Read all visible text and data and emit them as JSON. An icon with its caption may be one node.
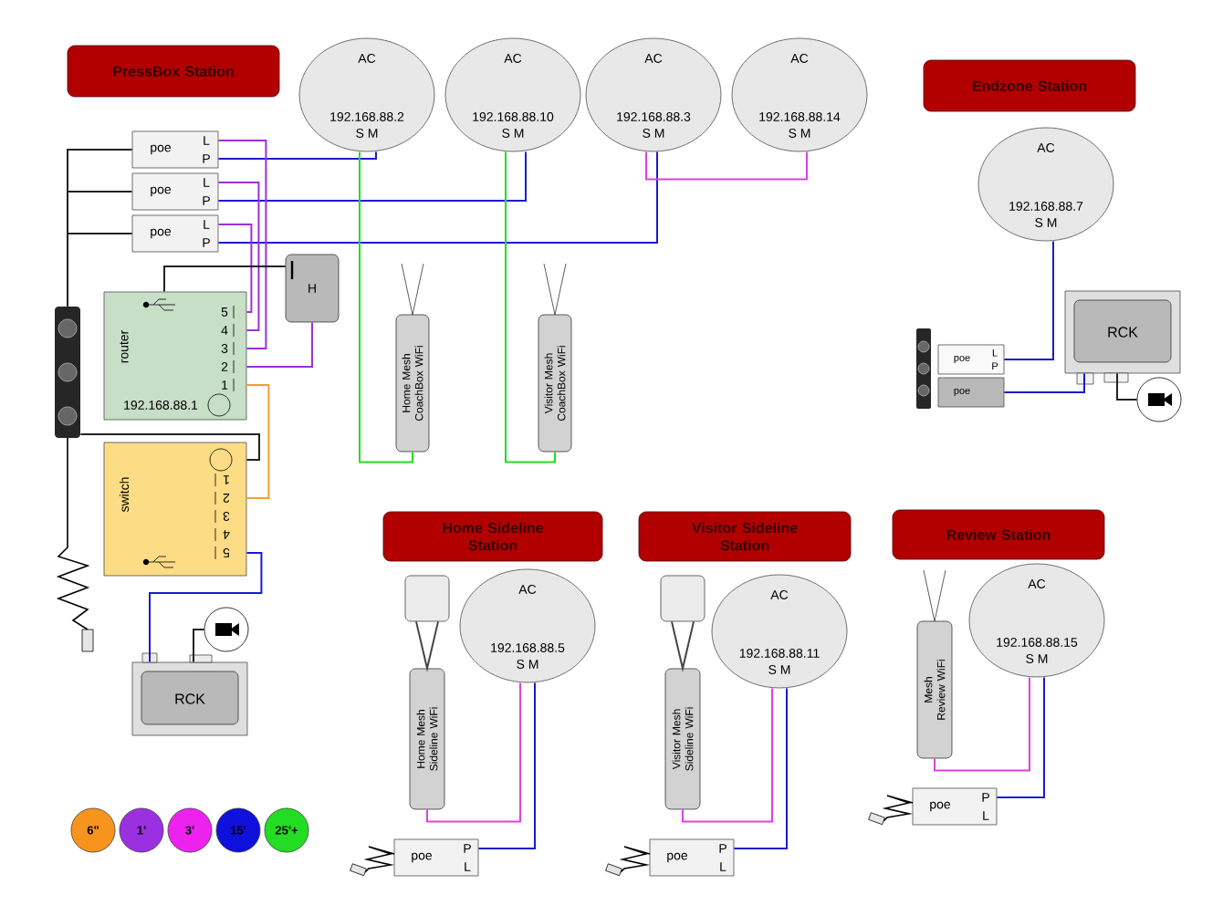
{
  "diagram": {
    "nodes": [
      {
        "text": [
          "PressBox Station"
        ]
      },
      {
        "text": [
          "AC",
          "192.168.88.2",
          "S M"
        ]
      },
      {
        "text": [
          "AC",
          "192.168.88.10",
          "S M"
        ]
      },
      {
        "text": [
          "AC",
          "192.168.88.3",
          "S M"
        ]
      },
      {
        "text": [
          "AC",
          "192.168.88.14",
          "S M"
        ]
      },
      {
        "text": [
          "Endzone Station"
        ]
      },
      {
        "text": [
          "AC",
          "192.168.88.7",
          "S M"
        ]
      },
      {
        "text": [
          "poe",
          "L",
          "P"
        ]
      },
      {
        "text": [
          "poe",
          "L",
          "P"
        ]
      },
      {
        "text": [
          "poe",
          "L",
          "P"
        ]
      },
      {
        "text": [
          "H"
        ]
      },
      {
        "text": [
          "Home Mesh CoachBox WiFi"
        ]
      },
      {
        "text": [
          "Visitor Mesh CoachBox WiFi"
        ]
      },
      {
        "text": [
          "router",
          "5",
          "4",
          "3",
          "2",
          "1",
          "192.168.88.1"
        ]
      },
      {
        "text": [
          "switch",
          "1",
          "2",
          "3",
          "4",
          "5"
        ]
      },
      {
        "text": [],
        "shape": "box"
      },
      {
        "text": [
          "RCK"
        ]
      },
      {
        "text": [
          "poe",
          "L",
          "P"
        ]
      },
      {
        "text": [
          "poe"
        ]
      },
      {
        "text": [],
        "shape": "circle"
      },
      {
        "text": [
          "RCK"
        ]
      },
      {
        "text": [],
        "shape": "circle"
      },
      {
        "text": [
          "Home Sideline Station"
        ]
      },
      {
        "text": [
          "Visitor Sideline Station"
        ]
      },
      {
        "text": [
          "Review Station"
        ]
      },
      {
        "text": [],
        "shape": "box"
      },
      {
        "text": [
          "AC",
          "192.168.88.5",
          "S M"
        ]
      },
      {
        "text": [
          "Home Mesh Sideline WiFi"
        ]
      },
      {
        "text": [],
        "shape": "box"
      },
      {
        "text": [
          "AC",
          "192.168.88.11",
          "S M"
        ]
      },
      {
        "text": [
          "Visitor Mesh Sideline WiFi"
        ]
      },
      {
        "text": [
          "Mesh Review WiFi"
        ]
      },
      {
        "text": [
          "AC",
          "192.168.88.15",
          "S M"
        ]
      },
      {
        "text": [
          "poe",
          "P",
          "L"
        ]
      },
      {
        "text": [
          "poe",
          "P",
          "L"
        ]
      },
      {
        "text": [
          "poe",
          "P",
          "L"
        ]
      }
    ],
    "edges": [
      {
        "from": 7,
        "to": 1,
        "arrow": "none",
        "color": "#1a1ad0"
      },
      {
        "from": 8,
        "to": 2,
        "arrow": "none",
        "color": "#1a1ad0"
      },
      {
        "from": 9,
        "to": 3,
        "arrow": "none",
        "color": "#1a1ad0"
      },
      {
        "from": 7,
        "to": 13,
        "arrow": "none",
        "color": "#9b30d9"
      },
      {
        "from": 8,
        "to": 13,
        "arrow": "none",
        "color": "#9b30d9"
      },
      {
        "from": 9,
        "to": 13,
        "arrow": "none",
        "color": "#9b30d9"
      },
      {
        "from": 10,
        "to": 13,
        "arrow": "none",
        "color": "#9b30d9"
      },
      {
        "from": 10,
        "to": 13,
        "arrow": "none",
        "color": "#222222"
      },
      {
        "from": 13,
        "to": 14,
        "arrow": "none",
        "color": "#f0a030"
      },
      {
        "from": 15,
        "to": 14,
        "arrow": "none",
        "color": "#222222"
      },
      {
        "from": 14,
        "to": 20,
        "arrow": "none",
        "color": "#1a1ad0"
      },
      {
        "from": 20,
        "to": 21,
        "arrow": "none",
        "color": "#222222"
      },
      {
        "from": 1,
        "to": 11,
        "arrow": "none",
        "color": "#22dd22"
      },
      {
        "from": 2,
        "to": 12,
        "arrow": "none",
        "color": "#22dd22"
      },
      {
        "from": 3,
        "to": 4,
        "arrow": "none",
        "color": "#e040e0"
      },
      {
        "from": 6,
        "to": 17,
        "arrow": "none",
        "color": "#1a1ad0"
      },
      {
        "from": 18,
        "to": 16,
        "arrow": "none",
        "color": "#1a1ad0"
      },
      {
        "from": 16,
        "to": 19,
        "arrow": "none",
        "color": "#222222"
      },
      {
        "from": 26,
        "to": 27,
        "arrow": "none",
        "color": "#e040e0"
      },
      {
        "from": 26,
        "to": 33,
        "arrow": "none",
        "color": "#1a1ad0"
      },
      {
        "from": 29,
        "to": 30,
        "arrow": "none",
        "color": "#e040e0"
      },
      {
        "from": 29,
        "to": 34,
        "arrow": "none",
        "color": "#1a1ad0"
      },
      {
        "from": 32,
        "to": 31,
        "arrow": "none",
        "color": "#e040e0"
      },
      {
        "from": 32,
        "to": 35,
        "arrow": "none",
        "color": "#1a1ad0"
      },
      {
        "from": 25,
        "to": 27,
        "arrow": "none",
        "color": "#444444"
      },
      {
        "from": 28,
        "to": 30,
        "arrow": "none",
        "color": "#444444"
      },
      {
        "from": 15,
        "to": 7,
        "arrow": "none",
        "color": "#222222"
      },
      {
        "from": 15,
        "to": 8,
        "arrow": "none",
        "color": "#222222"
      },
      {
        "from": 15,
        "to": 9,
        "arrow": "none",
        "color": "#222222"
      }
    ],
    "legend": [
      {
        "text": "6\"",
        "color": "#f7941d"
      },
      {
        "text": "1'",
        "color": "#9b30e0"
      },
      {
        "text": "3'",
        "color": "#ee22ee"
      },
      {
        "text": "15'",
        "color": "#1010dd"
      },
      {
        "text": "25'+",
        "color": "#22dd22"
      }
    ]
  }
}
